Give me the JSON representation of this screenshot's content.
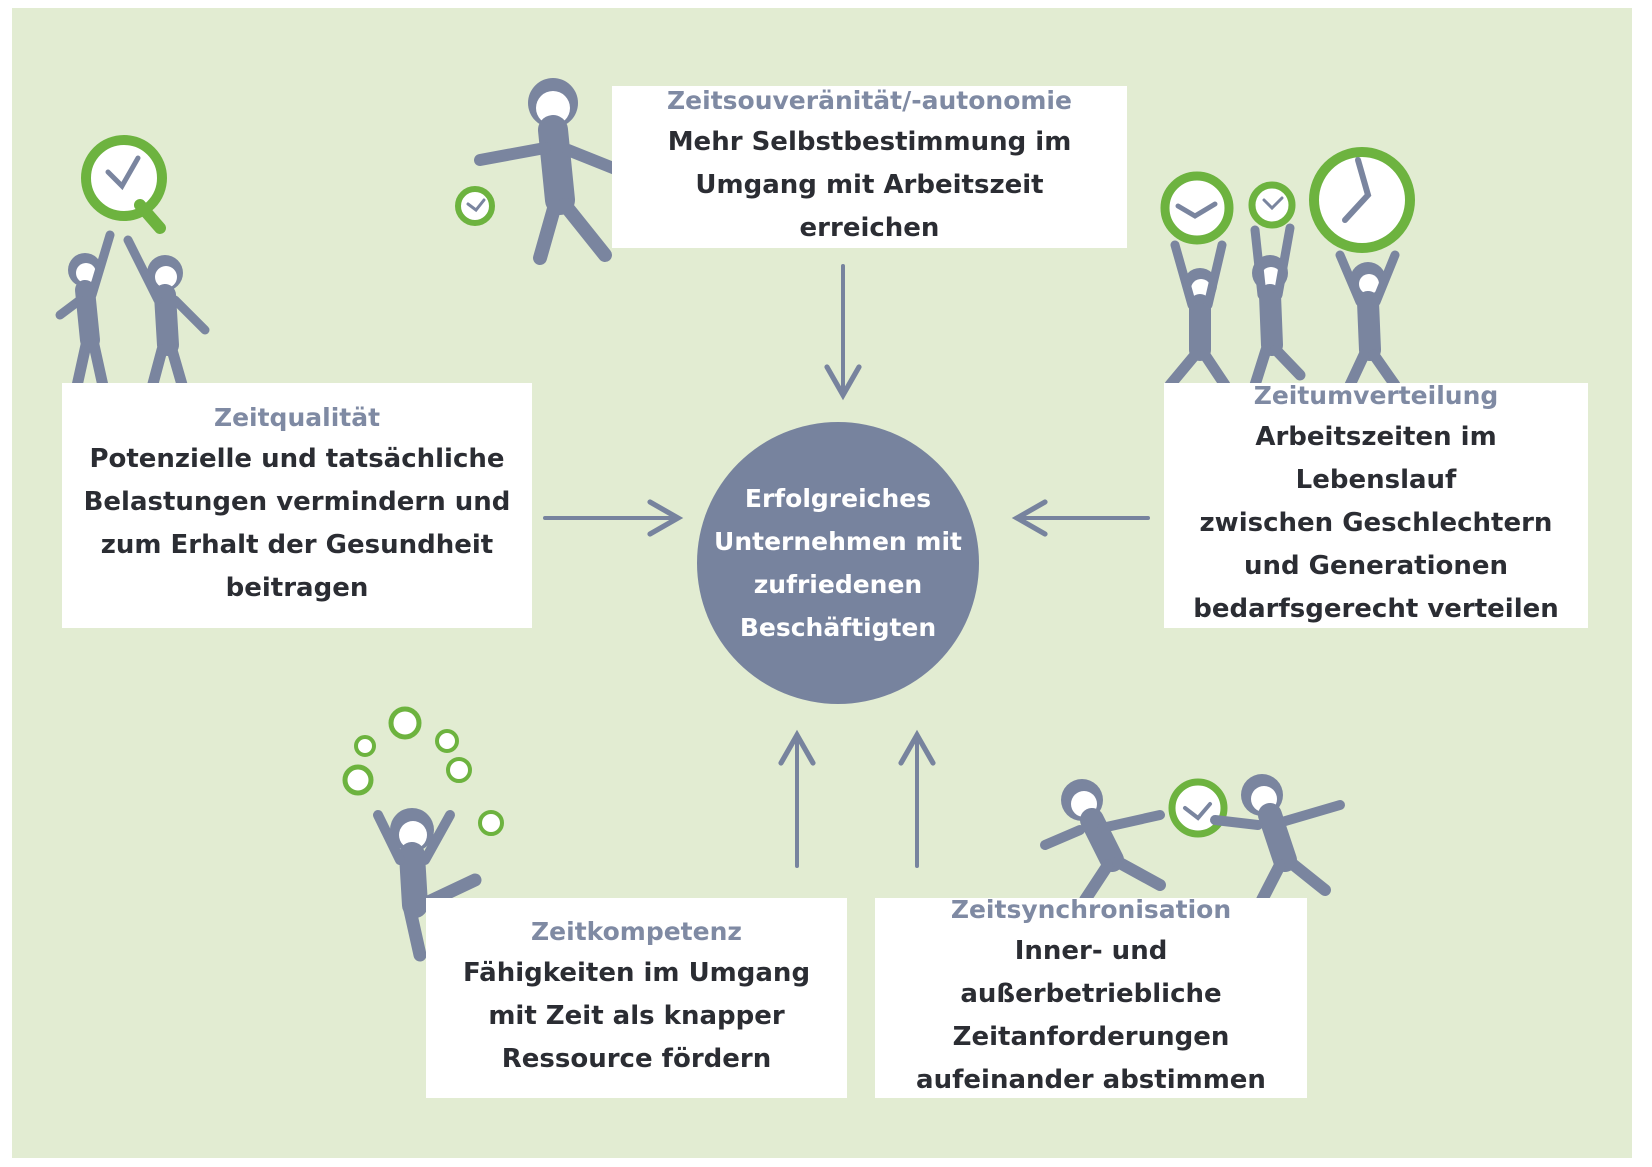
{
  "center": {
    "text": "Erfolgreiches\nUnternehmen mit\nzufriedenen\nBeschäftigten"
  },
  "boxes": {
    "autonomie": {
      "title": "Zeitsouveränität/-autonomie",
      "desc": "Mehr Selbstbestimmung im\nUmgang mit Arbeitszeit erreichen"
    },
    "qualitaet": {
      "title": "Zeitqualität",
      "desc": "Potenzielle und tatsächliche\nBelastungen vermindern und\nzum Erhalt der Gesundheit\nbeitragen"
    },
    "umverteilung": {
      "title": "Zeitumverteilung",
      "desc": "Arbeitszeiten im Lebenslauf\nzwischen Geschlechtern\nund Generationen\nbedarfsgerecht verteilen"
    },
    "kompetenz": {
      "title": "Zeitkompetenz",
      "desc": "Fähigkeiten im Umgang\nmit Zeit als knapper\nRessource fördern"
    },
    "synchronisation": {
      "title": "Zeitsynchronisation",
      "desc": "Inner- und außerbetriebliche\nZeitanforderungen\naufeinander abstimmen"
    }
  },
  "colors": {
    "background": "#e2ecd2",
    "circle": "#77839e",
    "figure": "#7a859f",
    "clock": "#6db33f",
    "title": "#7f8aa3",
    "text": "#2b2d33"
  }
}
